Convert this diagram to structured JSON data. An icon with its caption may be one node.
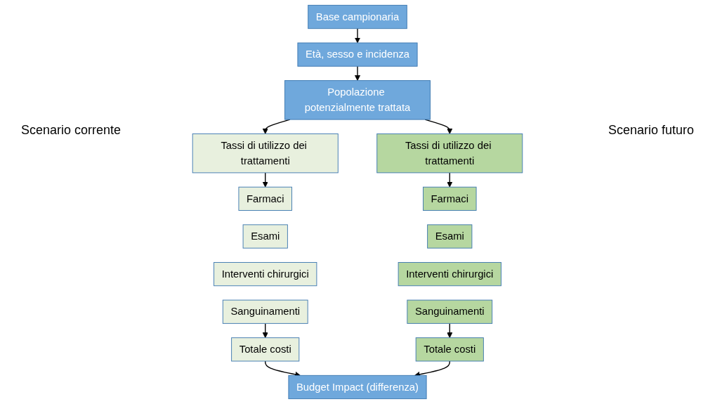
{
  "diagram": {
    "nodes": [
      {
        "text": [
          "Base campionaria"
        ]
      },
      {
        "text": [
          "Età, sesso e incidenza"
        ]
      },
      {
        "text": [
          "Popolazione potenzialmente trattata"
        ]
      },
      {
        "text": [
          "Tassi di utilizzo dei trattamenti"
        ]
      },
      {
        "text": [
          "Farmaci"
        ]
      },
      {
        "text": [
          "Esami"
        ]
      },
      {
        "text": [
          "Interventi chirurgici"
        ]
      },
      {
        "text": [
          "Sanguinamenti"
        ]
      },
      {
        "text": [
          "Totale costi"
        ]
      },
      {
        "text": [
          "Tassi di utilizzo dei trattamenti"
        ]
      },
      {
        "text": [
          "Farmaci"
        ]
      },
      {
        "text": [
          "Esami"
        ]
      },
      {
        "text": [
          "Interventi chirurgici"
        ]
      },
      {
        "text": [
          "Sanguinamenti"
        ]
      },
      {
        "text": [
          "Totale costi"
        ]
      },
      {
        "text": [
          "Budget Impact (differenza)"
        ]
      }
    ],
    "edges": [
      {
        "from": 0,
        "to": 1,
        "arrow": "to"
      },
      {
        "from": 1,
        "to": 2,
        "arrow": "to"
      },
      {
        "from": 2,
        "to": 3,
        "arrow": "to"
      },
      {
        "from": 2,
        "to": 9,
        "arrow": "to"
      },
      {
        "from": 3,
        "to": 4,
        "arrow": "to"
      },
      {
        "from": 7,
        "to": 8,
        "arrow": "to"
      },
      {
        "from": 9,
        "to": 10,
        "arrow": "to"
      },
      {
        "from": 13,
        "to": 14,
        "arrow": "to"
      },
      {
        "from": 8,
        "to": 15,
        "arrow": "to"
      },
      {
        "from": 14,
        "to": 15,
        "arrow": "to"
      }
    ],
    "labels": [
      "Scenario corrente",
      "Scenario futuro"
    ]
  }
}
